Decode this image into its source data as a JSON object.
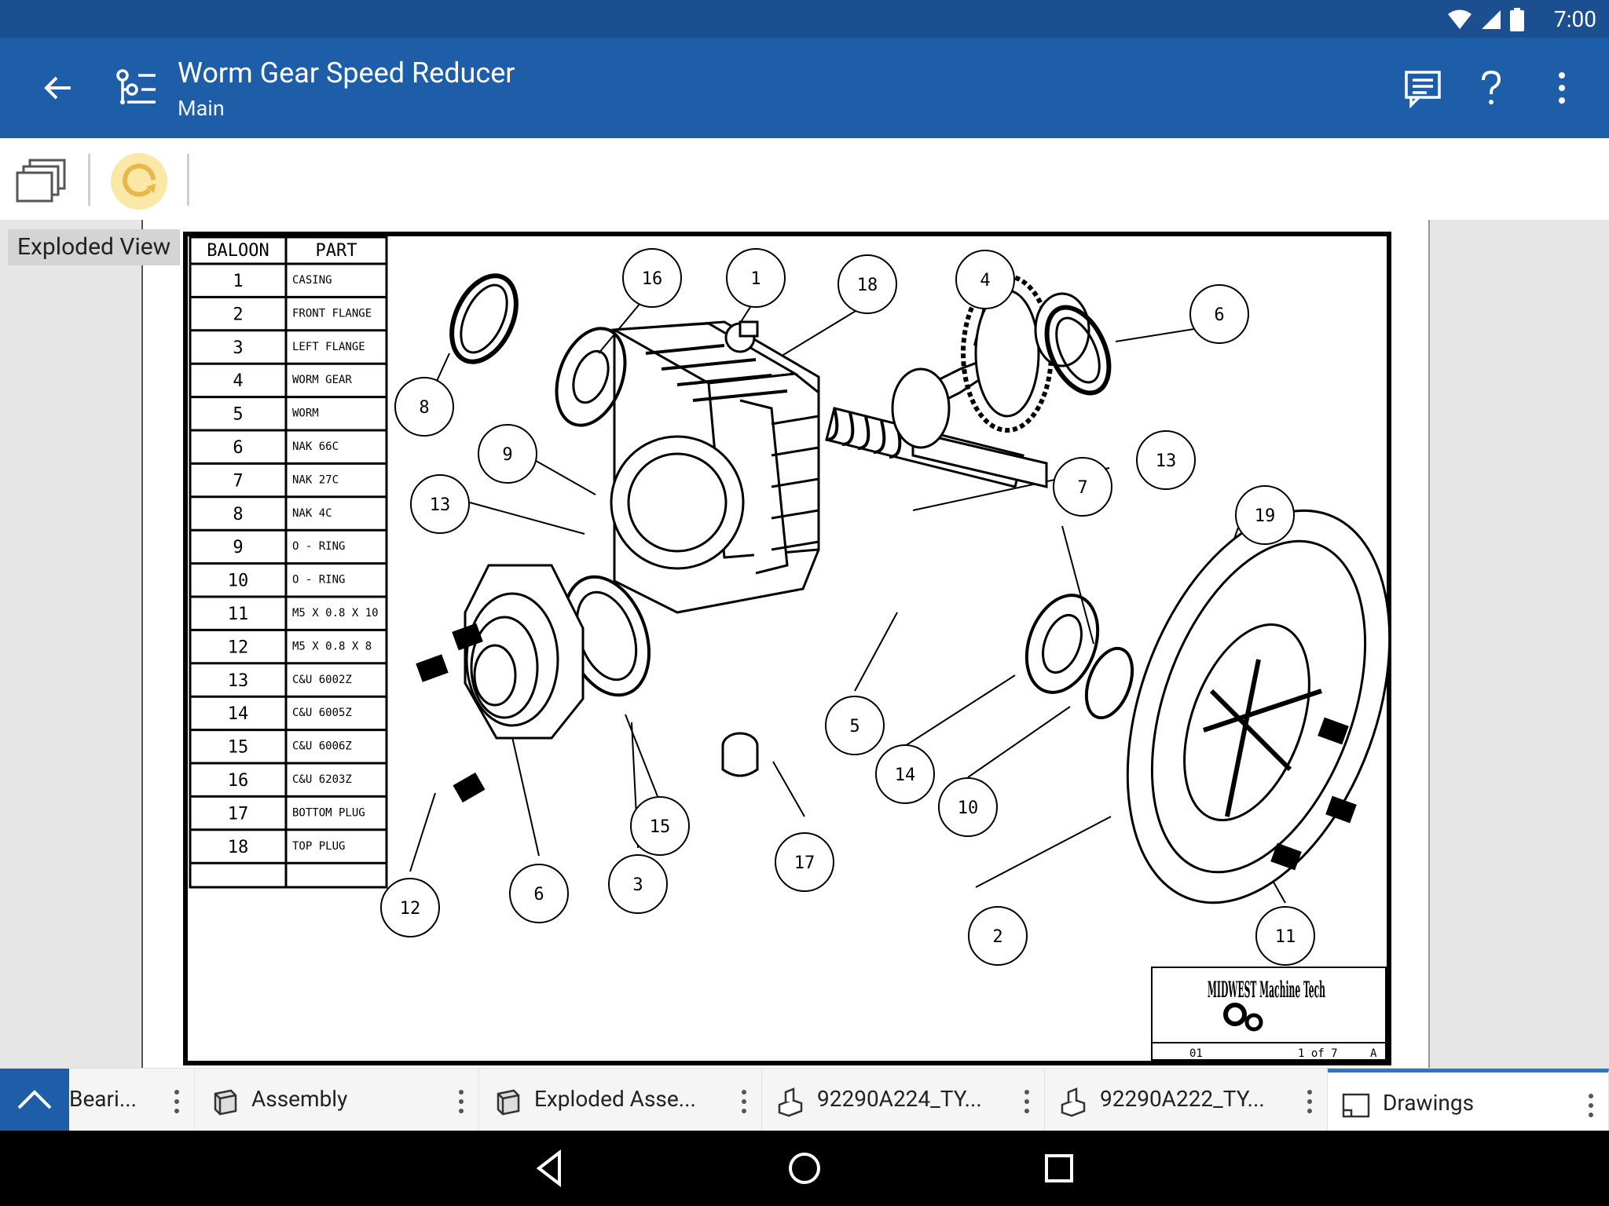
{
  "status": {
    "time": "7:00"
  },
  "appbar": {
    "title": "Worm Gear Speed Reducer",
    "subtitle": "Main",
    "icons": [
      "arrow-left-icon",
      "tree-icon",
      "comments-icon",
      "help-icon",
      "more-vert-icon"
    ]
  },
  "toolbar": {
    "icons": [
      "windows-icon",
      "refresh-icon"
    ]
  },
  "view_label": "Exploded View",
  "drawing": {
    "table": {
      "header_balloon": "BALOON",
      "header_part": "PART",
      "rows": [
        {
          "n": "1",
          "part": "CASING"
        },
        {
          "n": "2",
          "part": "FRONT FLANGE"
        },
        {
          "n": "3",
          "part": "LEFT FLANGE"
        },
        {
          "n": "4",
          "part": "WORM GEAR"
        },
        {
          "n": "5",
          "part": "WORM"
        },
        {
          "n": "6",
          "part": "NAK 66C"
        },
        {
          "n": "7",
          "part": "NAK 27C"
        },
        {
          "n": "8",
          "part": "NAK 4C"
        },
        {
          "n": "9",
          "part": "O - RING"
        },
        {
          "n": "10",
          "part": "O - RING"
        },
        {
          "n": "11",
          "part": "M5 X 0.8 X 10"
        },
        {
          "n": "12",
          "part": "M5 X 0.8 X 8"
        },
        {
          "n": "13",
          "part": "C&U 6002Z"
        },
        {
          "n": "14",
          "part": "C&U 6005Z"
        },
        {
          "n": "15",
          "part": "C&U 6006Z"
        },
        {
          "n": "16",
          "part": "C&U 6203Z"
        },
        {
          "n": "17",
          "part": "BOTTOM PLUG"
        },
        {
          "n": "18",
          "part": "TOP PLUG"
        }
      ]
    },
    "balloons": [
      "16",
      "1",
      "18",
      "4",
      "6",
      "8",
      "9",
      "13",
      "13",
      "19",
      "7",
      "5",
      "14",
      "10",
      "15",
      "17",
      "6",
      "3",
      "12",
      "2",
      "11"
    ],
    "title_block": {
      "logo": "MIDWEST Machine Tech",
      "sheet_no": "01",
      "sheet": "1 of 7",
      "rev": "A"
    }
  },
  "tabs": [
    {
      "label": "Beari...",
      "icon": "part-icon"
    },
    {
      "label": "Assembly",
      "icon": "assembly-icon"
    },
    {
      "label": "Exploded Asse...",
      "icon": "assembly-icon"
    },
    {
      "label": "92290A224_TY...",
      "icon": "part-icon"
    },
    {
      "label": "92290A222_TY...",
      "icon": "part-icon"
    },
    {
      "label": "Drawings",
      "icon": "drawing-icon"
    }
  ],
  "nav": [
    "back-icon",
    "home-icon",
    "recents-icon"
  ]
}
